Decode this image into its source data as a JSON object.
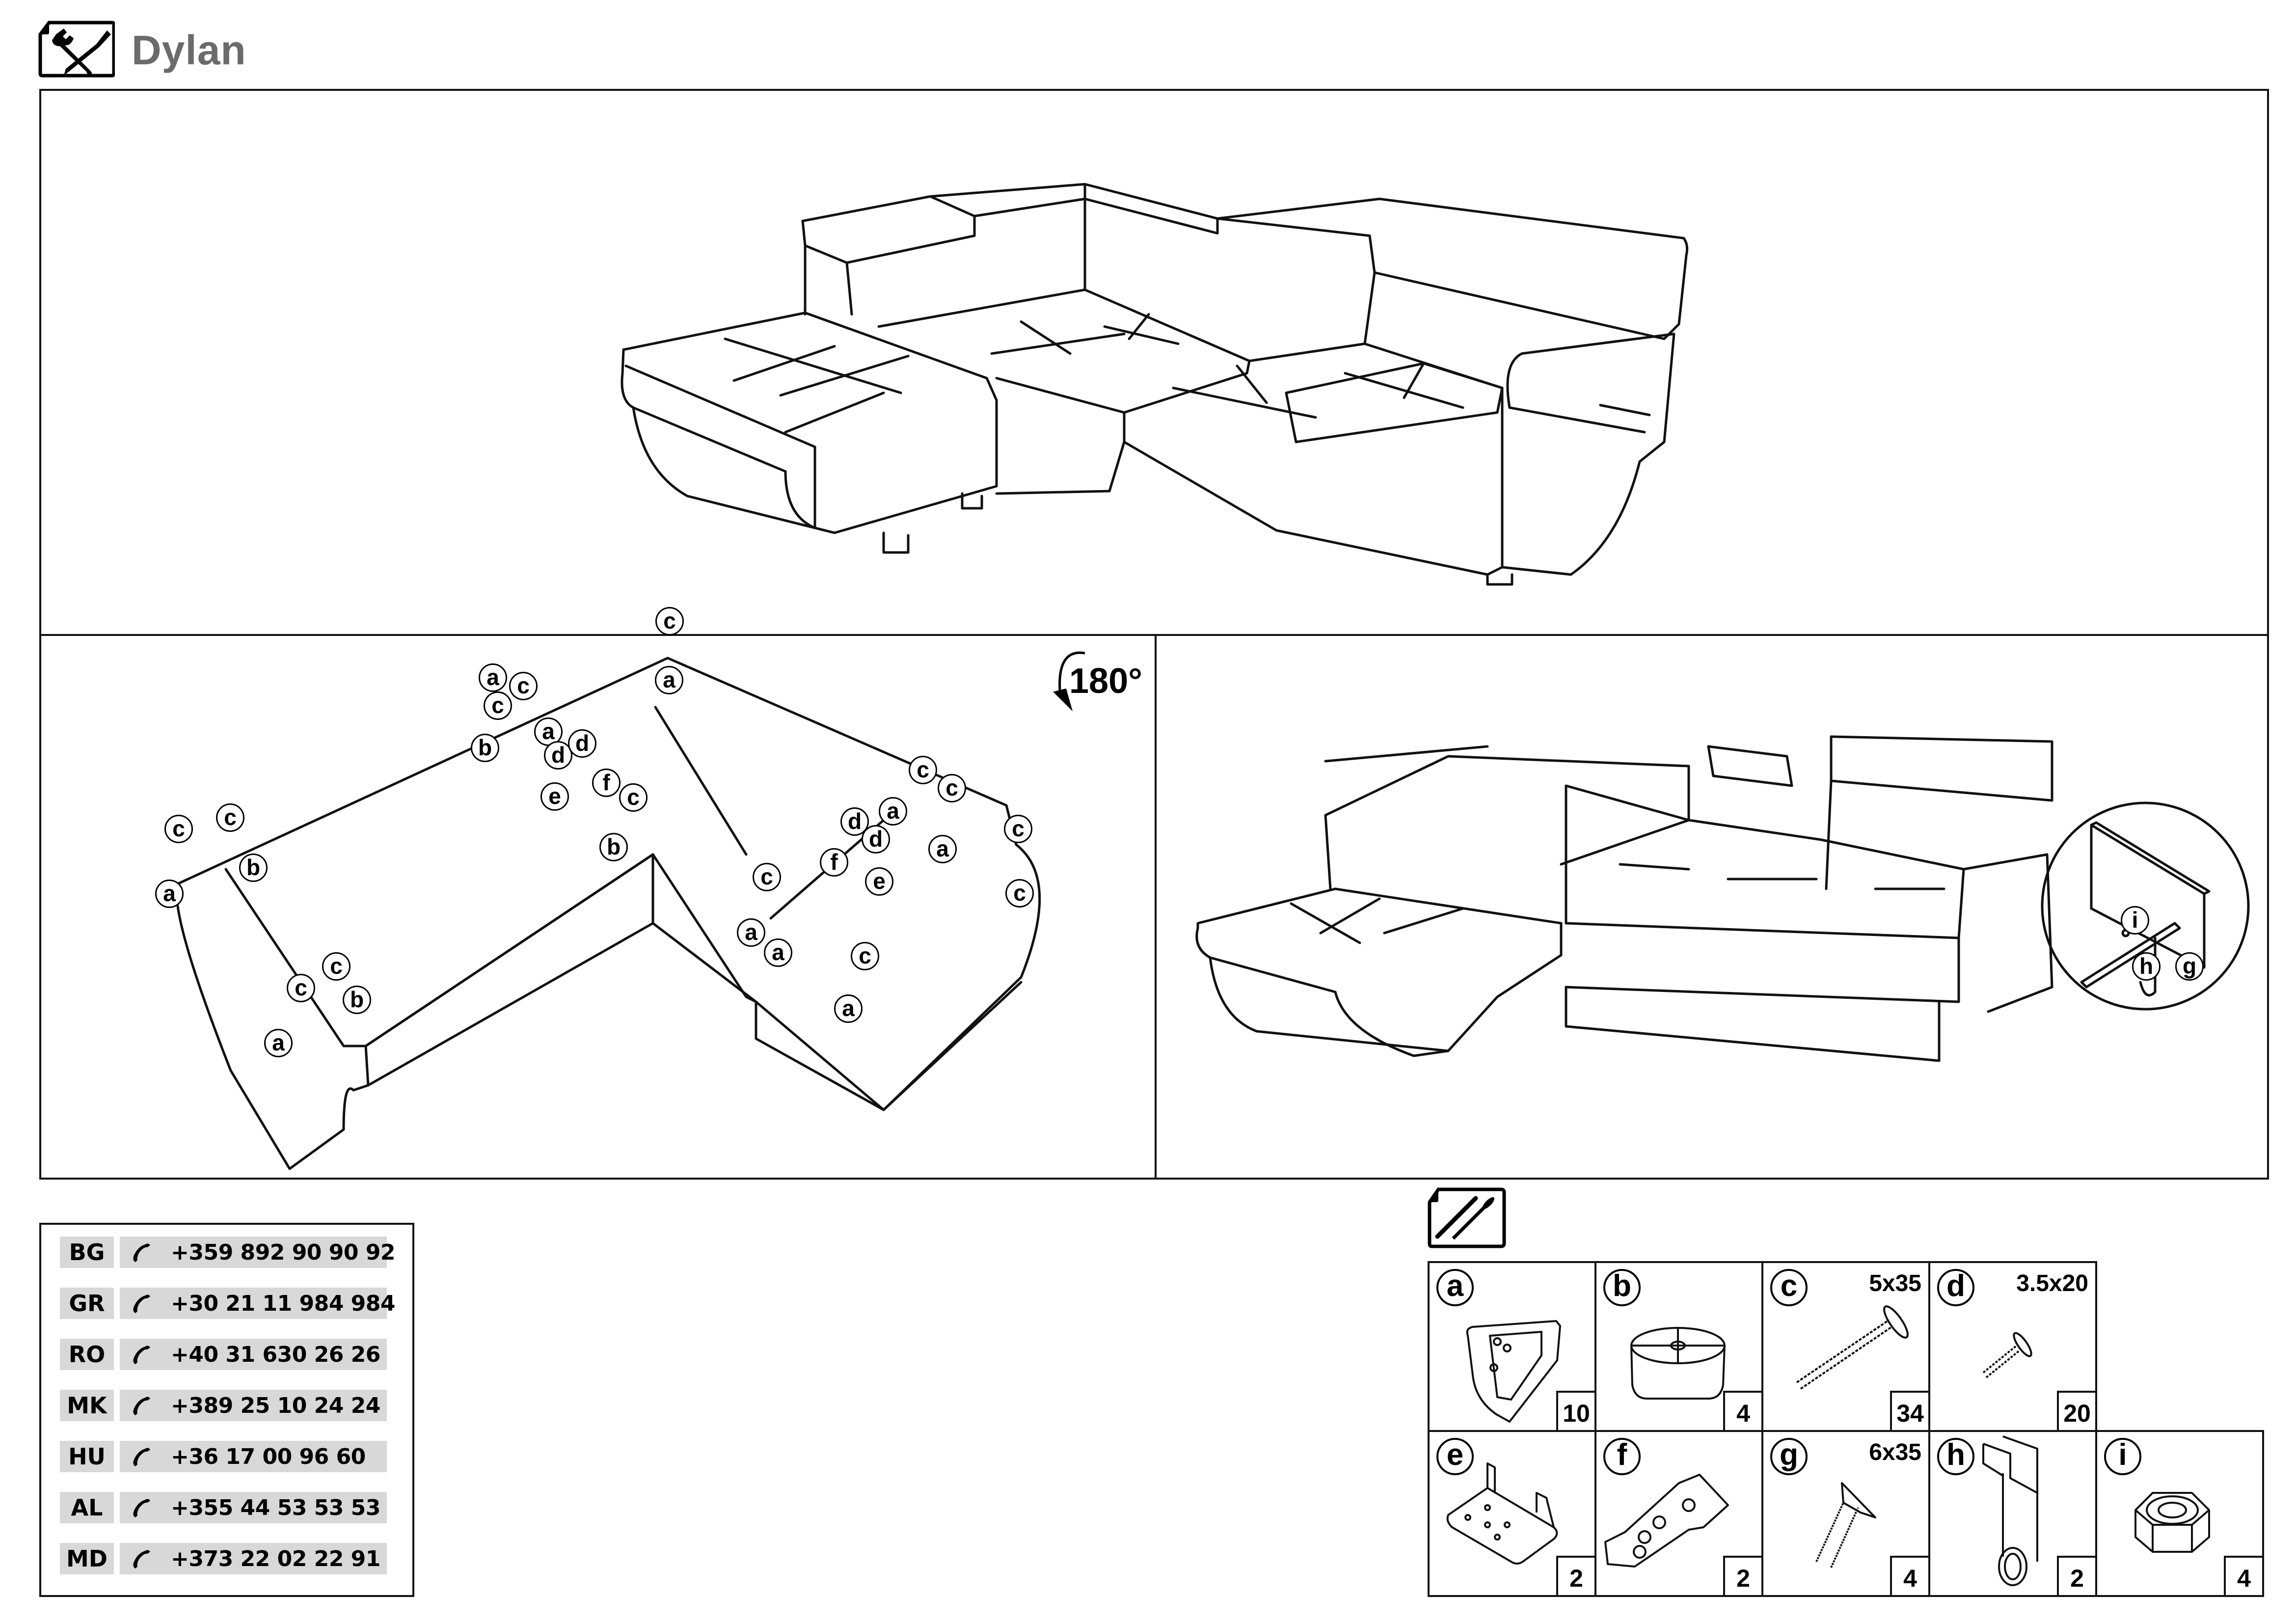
{
  "header": {
    "title": "Dylan",
    "icon": "tools-document-icon"
  },
  "rotation": {
    "label": "180°",
    "icon": "rotate-arrow-icon"
  },
  "bottom_view_callouts": [
    "c",
    "a",
    "c",
    "c",
    "a",
    "b",
    "d",
    "d",
    "e",
    "f",
    "c",
    "b",
    "c",
    "c",
    "a",
    "b",
    "a",
    "c",
    "c",
    "b",
    "c",
    "c",
    "a",
    "d",
    "d",
    "f",
    "e",
    "a",
    "c",
    "c",
    "a",
    "c",
    "a",
    "a",
    "c",
    "a"
  ],
  "detail_callouts": [
    "i",
    "h",
    "g"
  ],
  "phone_directory": [
    {
      "code": "BG",
      "number": "+359 892 90 90 92"
    },
    {
      "code": "GR",
      "number": "+30 21 11 984 984"
    },
    {
      "code": "RO",
      "number": "+40 31 630 26 26"
    },
    {
      "code": "MK",
      "number": "+389 25 10 24 24"
    },
    {
      "code": "HU",
      "number": "+36 17 00 96 60"
    },
    {
      "code": "AL",
      "number": "+355 44 53 53 53"
    },
    {
      "code": "MD",
      "number": "+373 22 02 22 91"
    }
  ],
  "parts": {
    "icon": "hardware-screws-icon",
    "items": [
      {
        "letter": "a",
        "name": "corner-bracket",
        "spec": "",
        "qty": "10"
      },
      {
        "letter": "b",
        "name": "foot",
        "spec": "",
        "qty": "4"
      },
      {
        "letter": "c",
        "name": "wood-screw",
        "spec": "5x35",
        "qty": "34"
      },
      {
        "letter": "d",
        "name": "small-screw",
        "spec": "3.5x20",
        "qty": "20"
      },
      {
        "letter": "e",
        "name": "u-bracket",
        "spec": "",
        "qty": "2"
      },
      {
        "letter": "f",
        "name": "connector-plate",
        "spec": "",
        "qty": "2"
      },
      {
        "letter": "g",
        "name": "bolt",
        "spec": "6x35",
        "qty": "4"
      },
      {
        "letter": "h",
        "name": "hinge-bracket",
        "spec": "",
        "qty": "2"
      },
      {
        "letter": "i",
        "name": "hex-nut",
        "spec": "",
        "qty": "4"
      }
    ]
  },
  "colors": {
    "title": "#6b6b6b",
    "cell_bg": "#d8d8d8",
    "line": "#111111"
  }
}
